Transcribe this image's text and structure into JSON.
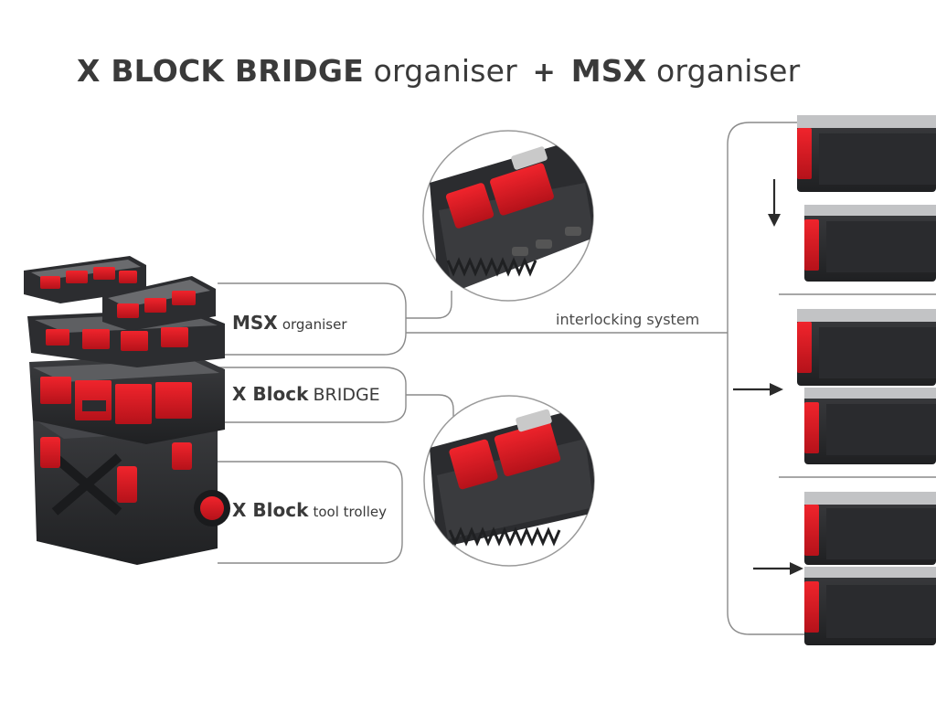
{
  "title": {
    "part1_bold": "X BLOCK BRIDGE",
    "part2": "organiser",
    "plus": "+",
    "part3_bold": "MSX",
    "part4": "organiser"
  },
  "labels": {
    "msx": {
      "bold": "MSX",
      "light": "organiser"
    },
    "bridge": {
      "bold": "X Block",
      "light": "BRIDGE"
    },
    "trolley": {
      "bold": "X Block",
      "light": "tool trolley"
    }
  },
  "interlocking_label": "interlocking system",
  "colors": {
    "accent_red": "#e01b23",
    "dark_body": "#2e2f31",
    "line": "#8a8a8a"
  },
  "icons": [
    "arrow-down-icon",
    "arrow-right-icon",
    "arrow-right-icon"
  ]
}
